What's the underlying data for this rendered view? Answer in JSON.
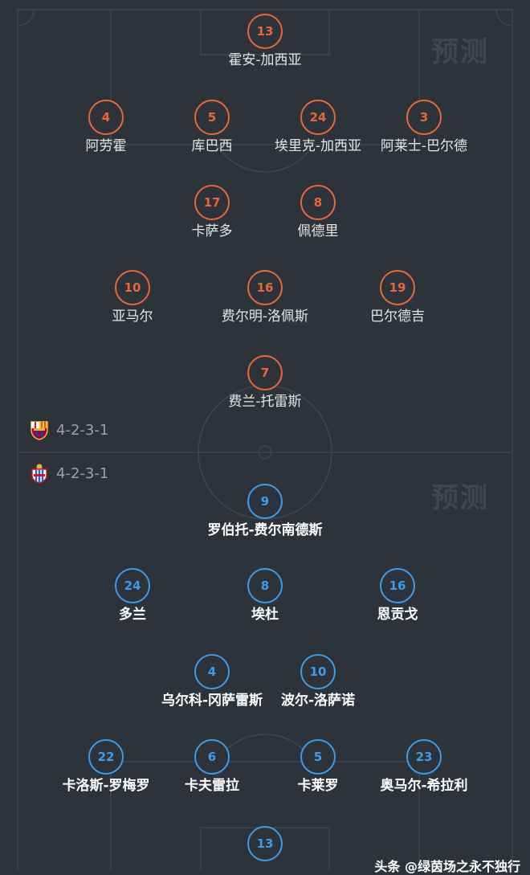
{
  "watermark": "预测",
  "home": {
    "formation": "4-2-3-1",
    "players": [
      {
        "number": "13",
        "name": "霍安-加西亚"
      },
      {
        "number": "4",
        "name": "阿劳霍"
      },
      {
        "number": "5",
        "name": "库巴西"
      },
      {
        "number": "24",
        "name": "埃里克-加西亚"
      },
      {
        "number": "3",
        "name": "阿莱士-巴尔德"
      },
      {
        "number": "17",
        "name": "卡萨多"
      },
      {
        "number": "8",
        "name": "佩德里"
      },
      {
        "number": "10",
        "name": "亚马尔"
      },
      {
        "number": "16",
        "name": "费尔明-洛佩斯"
      },
      {
        "number": "19",
        "name": "巴尔德吉"
      },
      {
        "number": "7",
        "name": "费兰-托雷斯"
      }
    ]
  },
  "away": {
    "formation": "4-2-3-1",
    "players": [
      {
        "number": "9",
        "name": "罗伯托-费尔南德斯"
      },
      {
        "number": "24",
        "name": "多兰"
      },
      {
        "number": "8",
        "name": "埃杜"
      },
      {
        "number": "16",
        "name": "恩贡戈"
      },
      {
        "number": "4",
        "name": "乌尔科-冈萨雷斯"
      },
      {
        "number": "10",
        "name": "波尔-洛萨诺"
      },
      {
        "number": "22",
        "name": "卡洛斯-罗梅罗"
      },
      {
        "number": "6",
        "name": "卡夫雷拉"
      },
      {
        "number": "5",
        "name": "卡莱罗"
      },
      {
        "number": "23",
        "name": "奥马尔-希拉利"
      },
      {
        "number": "13",
        "name": ""
      }
    ]
  },
  "credit": "头条 @绿茵场之永不独行",
  "colors": {
    "home": "#e3693a",
    "away": "#3d9be9",
    "pitch": "#2e333b",
    "lines": "#3f4651"
  }
}
